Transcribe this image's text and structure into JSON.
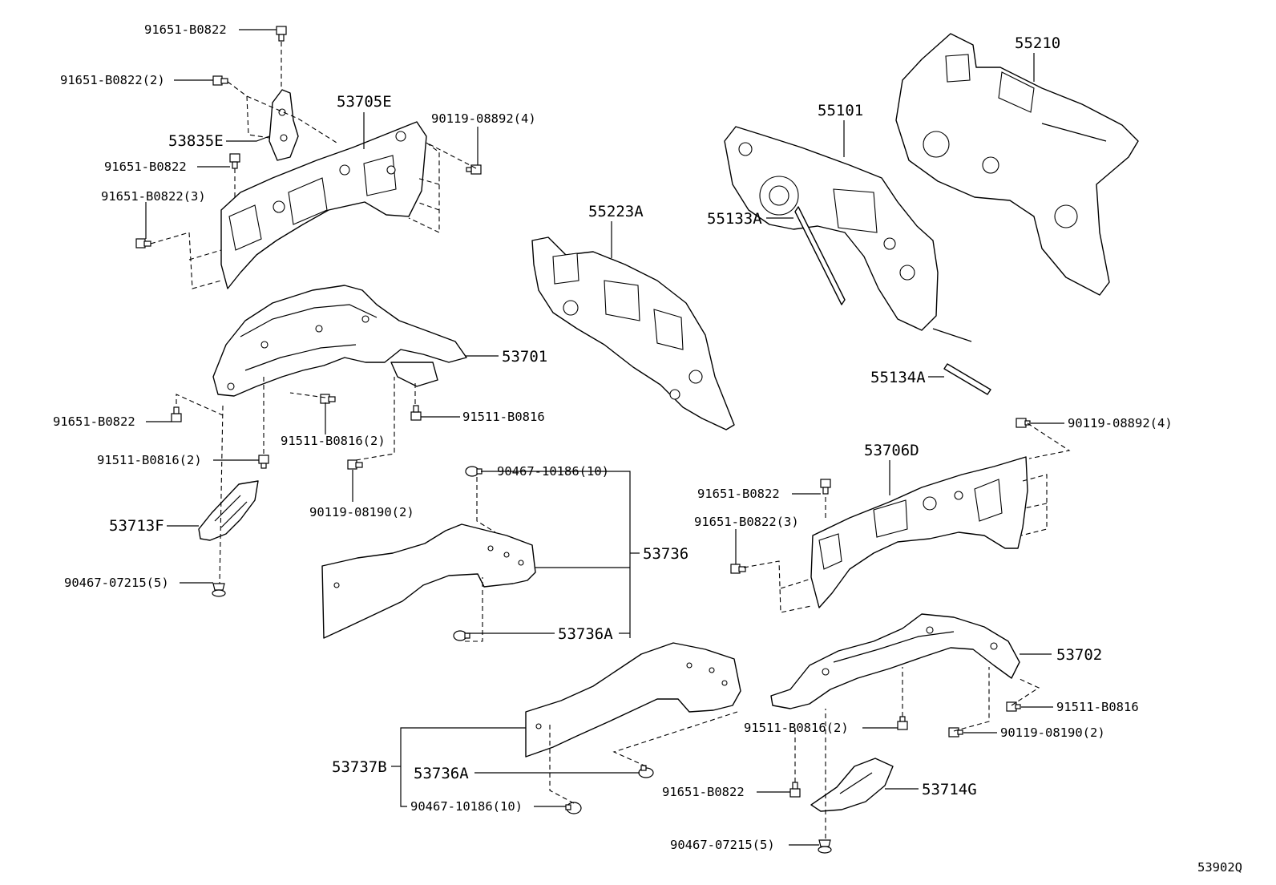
{
  "diagram_code": "53902Q",
  "labels": {
    "l_91651_B0822_top": "91651-B0822",
    "l_91651_B0822_2": "91651-B0822(2)",
    "l_53705E": "53705E",
    "l_90119_08892_4_top": "90119-08892(4)",
    "l_53835E": "53835E",
    "l_91651_B0822_mid": "91651-B0822",
    "l_91651_B0822_3": "91651-B0822(3)",
    "l_55210": "55210",
    "l_55101": "55101",
    "l_55223A": "55223A",
    "l_55133A": "55133A",
    "l_55134A": "55134A",
    "l_53701": "53701",
    "l_91651_B0822_left": "91651-B0822",
    "l_91511_B0816_a": "91511-B0816",
    "l_91511_B0816_2_a": "91511-B0816(2)",
    "l_91511_B0816_2_b": "91511-B0816(2)",
    "l_90119_08190_2_a": "90119-08190(2)",
    "l_53713F": "53713F",
    "l_90467_07215_5_a": "90467-07215(5)",
    "l_90467_10186_10_a": "90467-10186(10)",
    "l_53736": "53736",
    "l_53736A_a": "53736A",
    "l_90119_08892_4_right": "90119-08892(4)",
    "l_53706D": "53706D",
    "l_91651_B0822_r1": "91651-B0822",
    "l_91651_B0822_3_r": "91651-B0822(3)",
    "l_53702": "53702",
    "l_91511_B0816_r": "91511-B0816",
    "l_91511_B0816_2_r": "91511-B0816(2)",
    "l_90119_08190_2_r": "90119-08190(2)",
    "l_53737B": "53737B",
    "l_53736A_b": "53736A",
    "l_90467_10186_10_b": "90467-10186(10)",
    "l_91651_B0822_r2": "91651-B0822",
    "l_53714G": "53714G",
    "l_90467_07215_5_b": "90467-07215(5)"
  }
}
